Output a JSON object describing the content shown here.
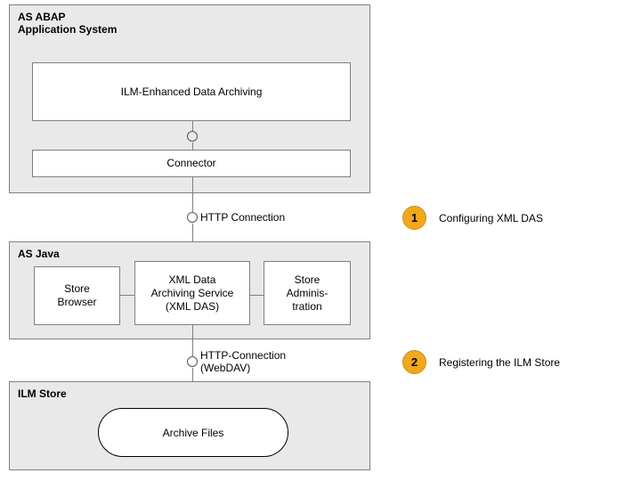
{
  "diagram": {
    "zones": [
      {
        "id": "abap",
        "title": "AS ABAP\nApplication System"
      },
      {
        "id": "java",
        "title": "AS Java"
      },
      {
        "id": "ilm",
        "title": "ILM Store"
      }
    ],
    "nodes": [
      {
        "id": "ilm-archiving",
        "label": "ILM-Enhanced Data Archiving"
      },
      {
        "id": "connector",
        "label": "Connector"
      },
      {
        "id": "store-browser",
        "label": "Store\nBrowser"
      },
      {
        "id": "xml-das",
        "label": "XML Data\nArchiving Service\n(XML DAS)"
      },
      {
        "id": "store-admin",
        "label": "Store\nAdminis-\ntration"
      },
      {
        "id": "archive-files",
        "label": "Archive Files"
      }
    ],
    "connections": [
      {
        "id": "http1",
        "label": "HTTP Connection"
      },
      {
        "id": "http2",
        "label": "HTTP-Connection\n(WebDAV)"
      }
    ],
    "legend": [
      {
        "number": "1",
        "text": "Configuring XML DAS"
      },
      {
        "number": "2",
        "text": "Registering the ILM Store"
      }
    ],
    "colors": {
      "zone_fill": "#e9e9e9",
      "zone_border": "#808080",
      "node_fill": "#ffffff",
      "node_border": "#808080",
      "stadium_border": "#000000",
      "badge_fill": "#f0a81e",
      "badge_border": "#d08f10",
      "page_background": "#ffffff"
    }
  }
}
